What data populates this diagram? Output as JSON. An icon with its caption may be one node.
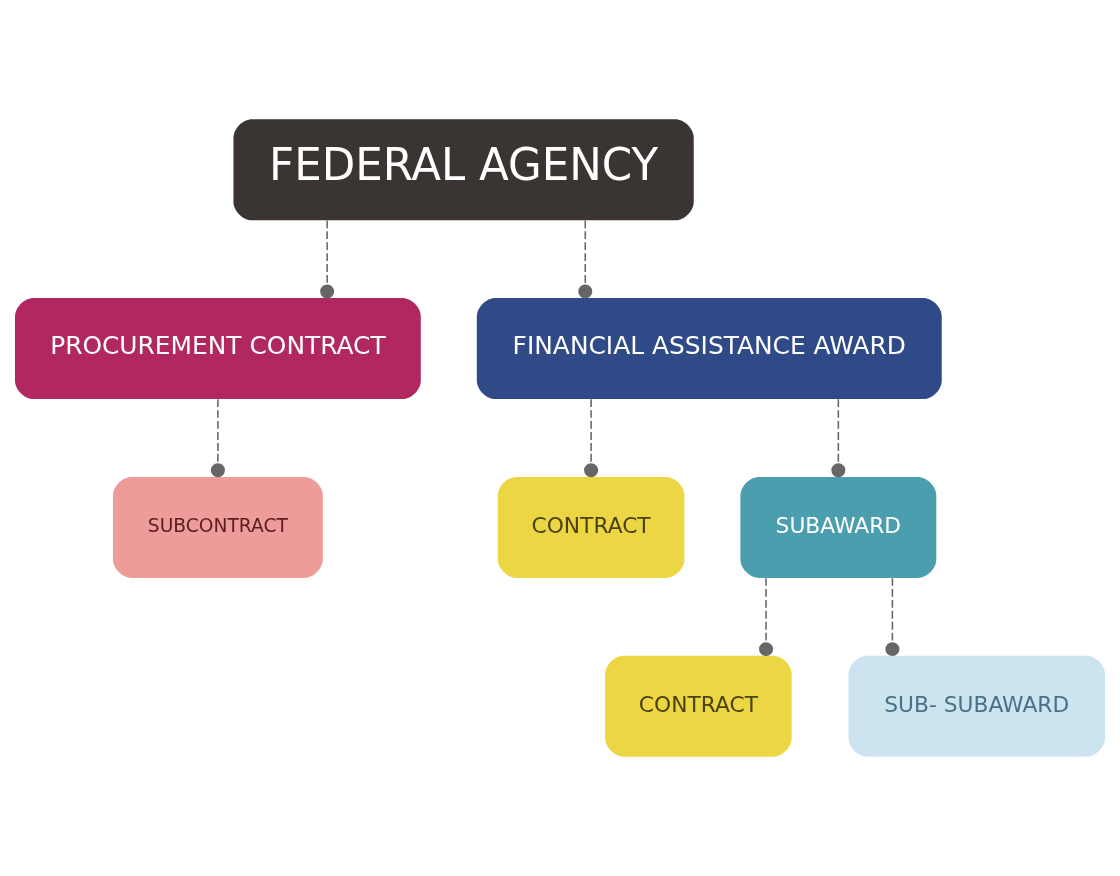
{
  "diagram": {
    "nodes": [
      {
        "text": [
          "FEDERAL AGENCY"
        ]
      },
      {
        "text": [
          "PROCUREMENT CONTRACT"
        ]
      },
      {
        "text": [
          "FINANCIAL ASSISTANCE AWARD"
        ]
      },
      {
        "text": [
          "SUBCONTRACT"
        ]
      },
      {
        "text": [
          "CONTRACT"
        ]
      },
      {
        "text": [
          "SUBAWARD"
        ]
      },
      {
        "text": [
          "CONTRACT"
        ]
      },
      {
        "text": [
          "SUB- SUBAWARD"
        ]
      }
    ],
    "edges": [
      {
        "from": 0,
        "to": 1,
        "arrow": "other",
        "style": "dashed"
      },
      {
        "from": 0,
        "to": 2,
        "arrow": "other",
        "style": "dashed"
      },
      {
        "from": 1,
        "to": 3,
        "arrow": "other",
        "style": "dashed"
      },
      {
        "from": 2,
        "to": 4,
        "arrow": "other",
        "style": "dashed"
      },
      {
        "from": 2,
        "to": 5,
        "arrow": "other",
        "style": "dashed"
      },
      {
        "from": 5,
        "to": 6,
        "arrow": "other",
        "style": "dashed"
      },
      {
        "from": 5,
        "to": 7,
        "arrow": "other",
        "style": "dashed"
      }
    ]
  }
}
